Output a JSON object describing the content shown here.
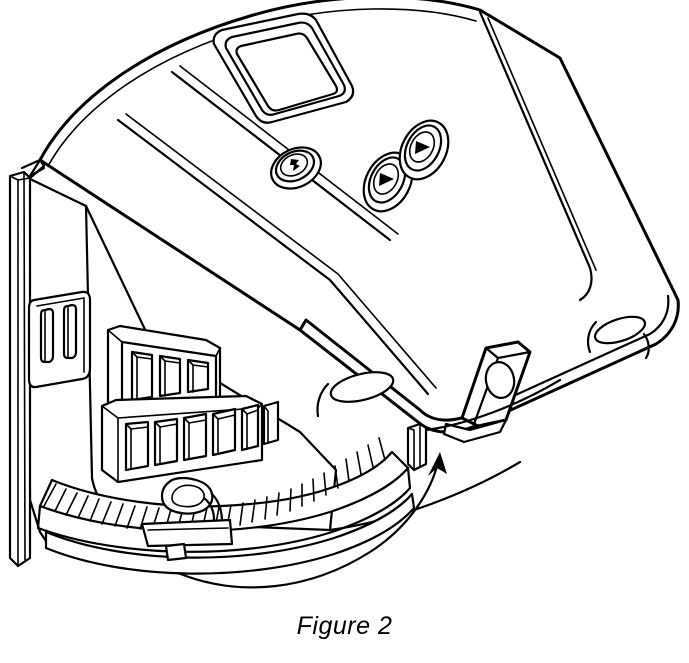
{
  "figure": {
    "caption": "Figure 2",
    "title": "Figure 2",
    "style": "black-and-white technical line drawing",
    "subject": "wall-mounted electronic controller unit shown in three-quarter perspective with hinged front cover tilted open",
    "background_color": "#ffffff",
    "line_color": "#000000"
  },
  "device": {
    "name": "controller-unit",
    "orientation": "three-quarter perspective, tilted",
    "cover": {
      "name": "front-cover",
      "state": "open",
      "description": "large sloped lid panel covering the upper portion of the device"
    },
    "display": {
      "name": "lcd-display",
      "shape": "rounded-rectangle",
      "bezel": "recessed double-bordered frame",
      "screen_content": ""
    },
    "buttons": [
      {
        "name": "mode-button",
        "icon": "mode-icon",
        "shape": "oval",
        "rings": 3,
        "glyph": "hook-marker"
      },
      {
        "name": "down-button",
        "icon": "triangle-down-icon",
        "shape": "oval",
        "rings": 3,
        "glyph": "filled-triangle"
      },
      {
        "name": "up-button",
        "icon": "triangle-up-icon",
        "shape": "oval",
        "rings": 3,
        "glyph": "filled-triangle"
      }
    ],
    "terminal_block": {
      "name": "terminal-block",
      "upper_row_ports": 3,
      "lower_row_ports": 6,
      "description": "screw terminal connector block with two rows of square openings"
    },
    "vent_plate": {
      "name": "vent-plate",
      "slots": 2,
      "slot_shape": "vertical rounded rectangle"
    },
    "bottom_vents": {
      "name": "bottom-vent-fins",
      "fin_count": 26,
      "description": "curved row of ventilation fins along the bottom edge"
    },
    "cable_loop": {
      "name": "cable-loop-tab",
      "description": "rounded oval loop tab at the bottom centre"
    },
    "mounting_rail": {
      "name": "mounting-rail",
      "description": "vertical rail strip along the left edge"
    },
    "latches": [
      {
        "name": "cover-latch-right",
        "description": "recessed latch tab with oval hole on lower right edge"
      },
      {
        "name": "cover-latch-center",
        "description": "oval finger recess on the lower front edge of the cover"
      },
      {
        "name": "cover-latch-corner",
        "description": "oval slot at the far right corner of the cover edge"
      }
    ]
  },
  "annotation": {
    "arrow": {
      "name": "rotation-arrow",
      "type": "curved-arrow",
      "direction": "counter-clockwise upward",
      "meaning": "swing the cover upward / closed",
      "label": ""
    }
  }
}
